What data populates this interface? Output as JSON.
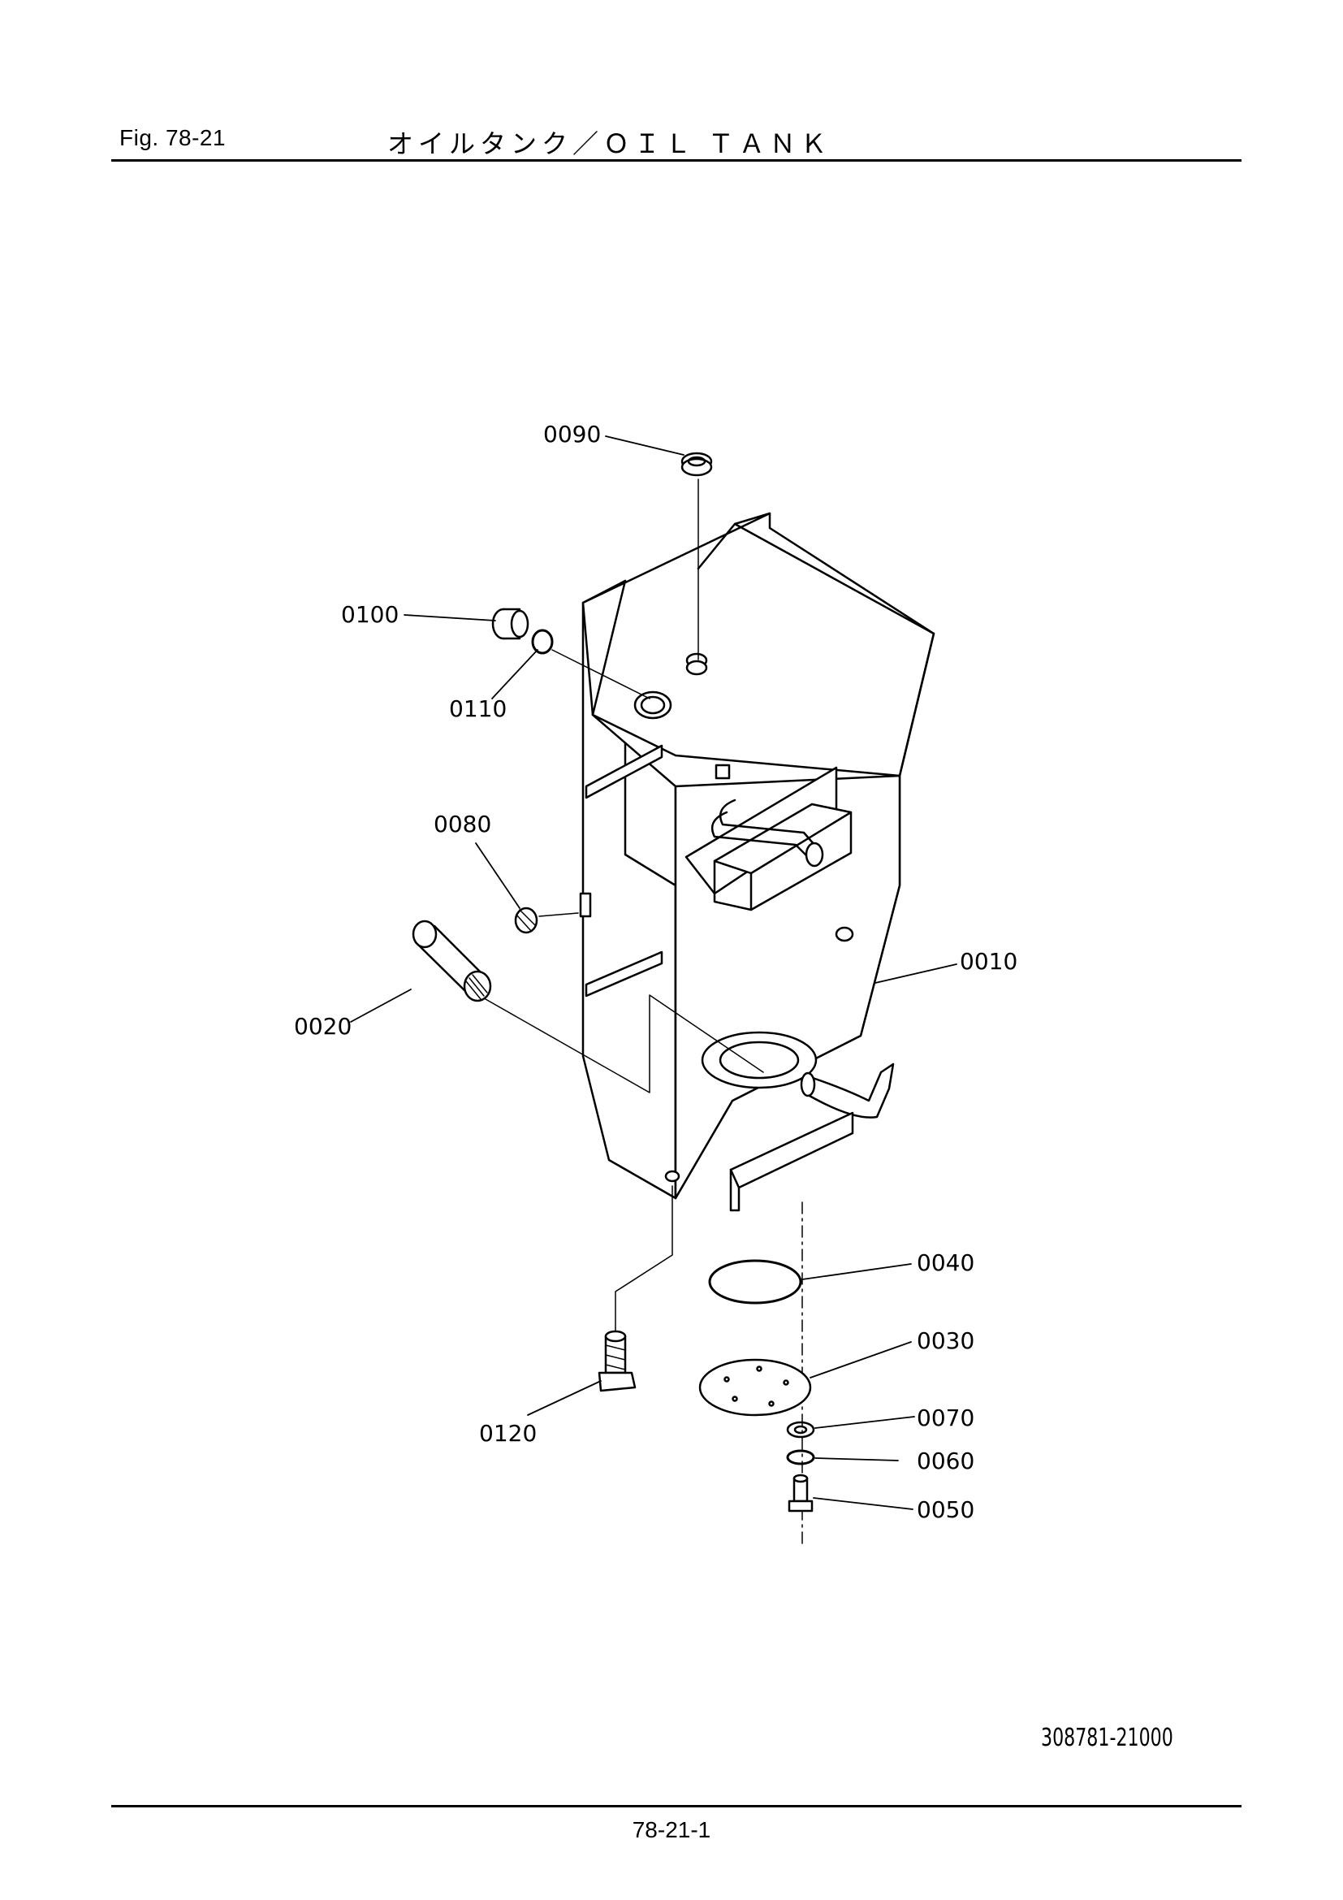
{
  "header": {
    "fig_label": "Fig. 78-21",
    "title": "オイルタンク／ＯＩＬ ＴＡＮＫ"
  },
  "parts": {
    "p0010": "0010",
    "p0020": "0020",
    "p0030": "0030",
    "p0040": "0040",
    "p0050": "0050",
    "p0060": "0060",
    "p0070": "0070",
    "p0080": "0080",
    "p0090": "0090",
    "p0100": "0100",
    "p0110": "0110",
    "p0120": "0120"
  },
  "footer": {
    "drawing_number": "308781-21000",
    "page_number": "78-21-1"
  }
}
